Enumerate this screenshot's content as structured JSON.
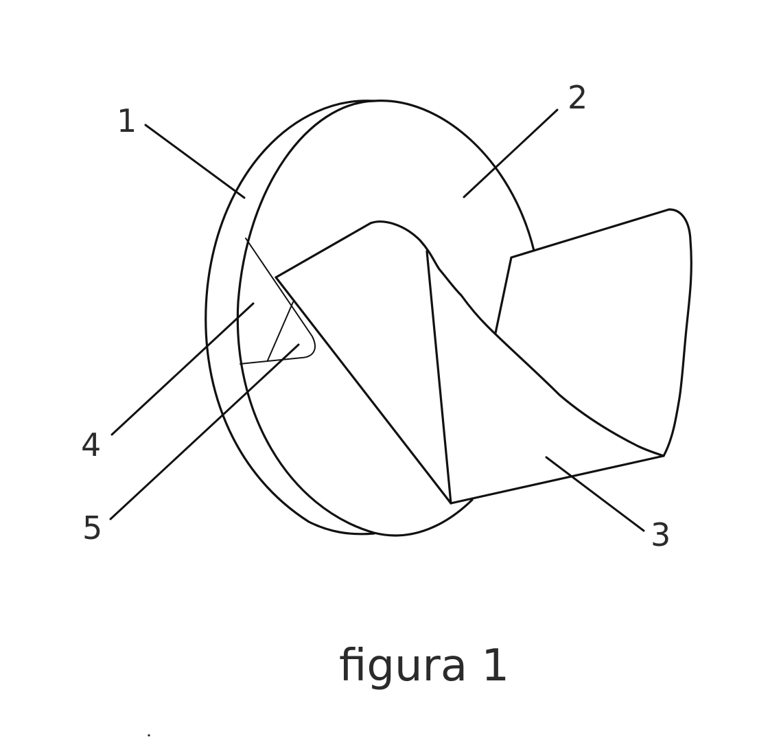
{
  "figure": {
    "caption": "figura 1",
    "labels": [
      {
        "id": "1",
        "text": "1"
      },
      {
        "id": "2",
        "text": "2"
      },
      {
        "id": "3",
        "text": "3"
      },
      {
        "id": "4",
        "text": "4"
      },
      {
        "id": "5",
        "text": "5"
      }
    ]
  }
}
